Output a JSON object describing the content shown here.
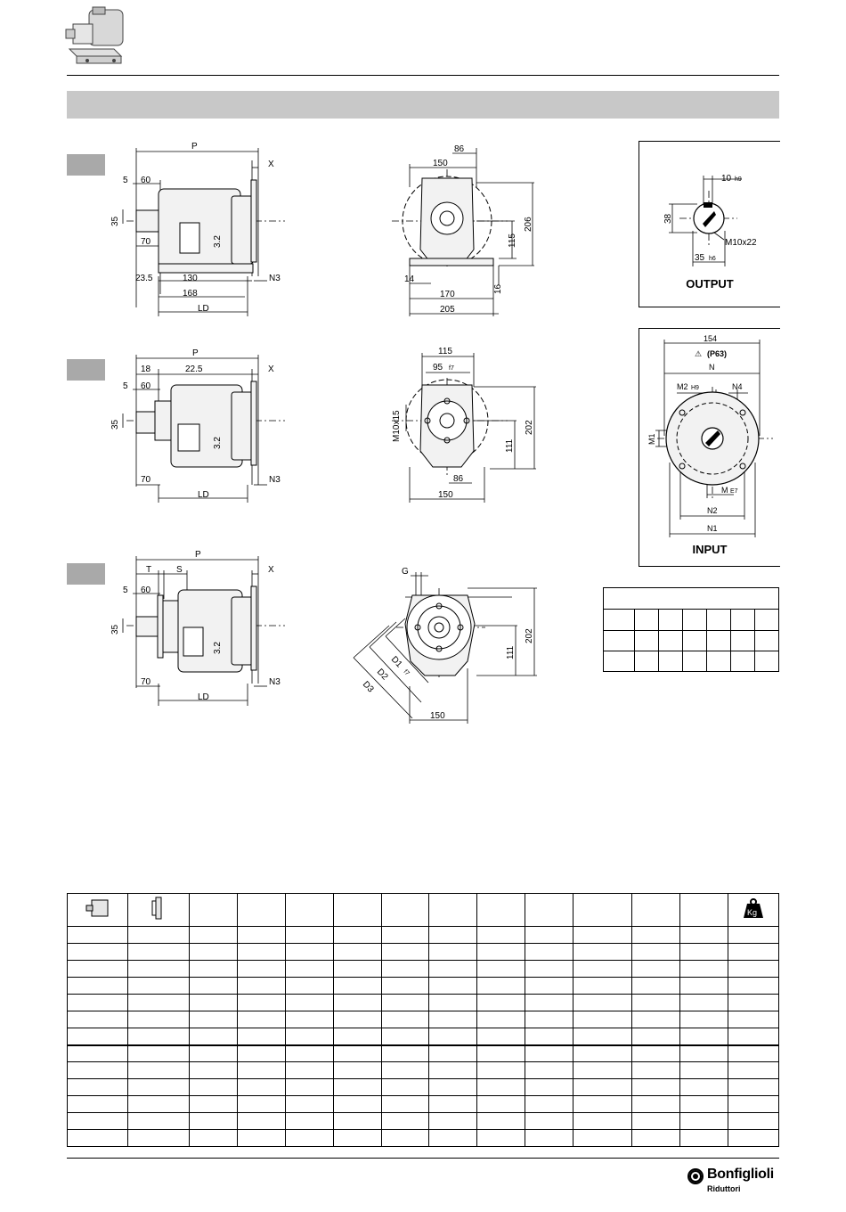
{
  "header": {
    "product_icon": "gear-motor-icon"
  },
  "drawings": {
    "side1": {
      "P": "P",
      "X": "X",
      "d5": "5",
      "d60": "60",
      "d35": "35",
      "d70": "70",
      "d32": "3.2",
      "d235": "23.5",
      "d130": "130",
      "d168": "168",
      "LD": "LD",
      "N3": "N3"
    },
    "front1": {
      "d86": "86",
      "d150": "150",
      "d206": "206",
      "d115": "115",
      "d16": "16",
      "d14": "14",
      "d170": "170",
      "d205": "205"
    },
    "side2": {
      "P": "P",
      "X": "X",
      "d18": "18",
      "d225": "22.5",
      "d5": "5",
      "d60": "60",
      "d35": "35",
      "d32": "3.2",
      "d70": "70",
      "LD": "LD",
      "N3": "N3"
    },
    "front2": {
      "d115": "115",
      "d95": "95",
      "f7": "f7",
      "m10": "M10x15",
      "d202": "202",
      "d111": "111",
      "d86": "86",
      "d150": "150"
    },
    "side3": {
      "P": "P",
      "T": "T",
      "S": "S",
      "X": "X",
      "d5": "5",
      "d60": "60",
      "d35": "35",
      "d32": "3.2",
      "d70": "70",
      "LD": "LD",
      "N3": "N3"
    },
    "front3": {
      "G": "G",
      "D1": "D1",
      "f7": "f7",
      "D2": "D2",
      "D3": "D3",
      "d202": "202",
      "d111": "111",
      "d150": "150"
    }
  },
  "output": {
    "title": "OUTPUT",
    "d10": "10",
    "h9": "h9",
    "d38": "38",
    "m10": "M10x22",
    "d35": "35",
    "h6": "h6"
  },
  "input": {
    "title": "INPUT",
    "d154": "154",
    "p63": "(P63)",
    "N": "N",
    "M2": "M2",
    "H9": "H9",
    "N4": "N4",
    "M1": "M1",
    "M": "M",
    "E7": "E7",
    "N2": "N2",
    "N1": "N1"
  },
  "table": {
    "weight_icon": "Kg"
  },
  "footer": {
    "brand": "Bonfiglioli",
    "sub": "Riduttori"
  }
}
